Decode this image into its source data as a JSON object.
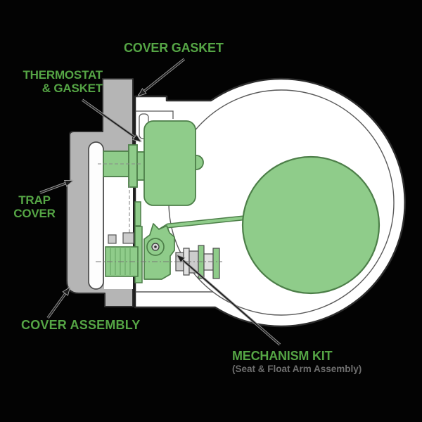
{
  "diagram": {
    "type": "steam-trap-cross-section",
    "labels": {
      "cover_gasket": "COVER GASKET",
      "thermostat_line1": "THERMOSTAT",
      "thermostat_line2": "& GASKET",
      "trap_line1": "TRAP",
      "trap_line2": "COVER",
      "cover_assembly": "COVER ASSEMBLY",
      "mechanism_kit": "MECHANISM KIT",
      "mechanism_kit_sub": "(Seat & Float Arm Assembly)"
    },
    "colors": {
      "background": "#030303",
      "label_green": "#55a545",
      "subtext_gray": "#6f6f6f",
      "part_green": "#8fcc8a",
      "part_green_outline": "#4d7f49",
      "cover_gray": "#b5b5b5",
      "body_white": "#ffffff",
      "outline_dark": "#2e2e2e"
    }
  }
}
